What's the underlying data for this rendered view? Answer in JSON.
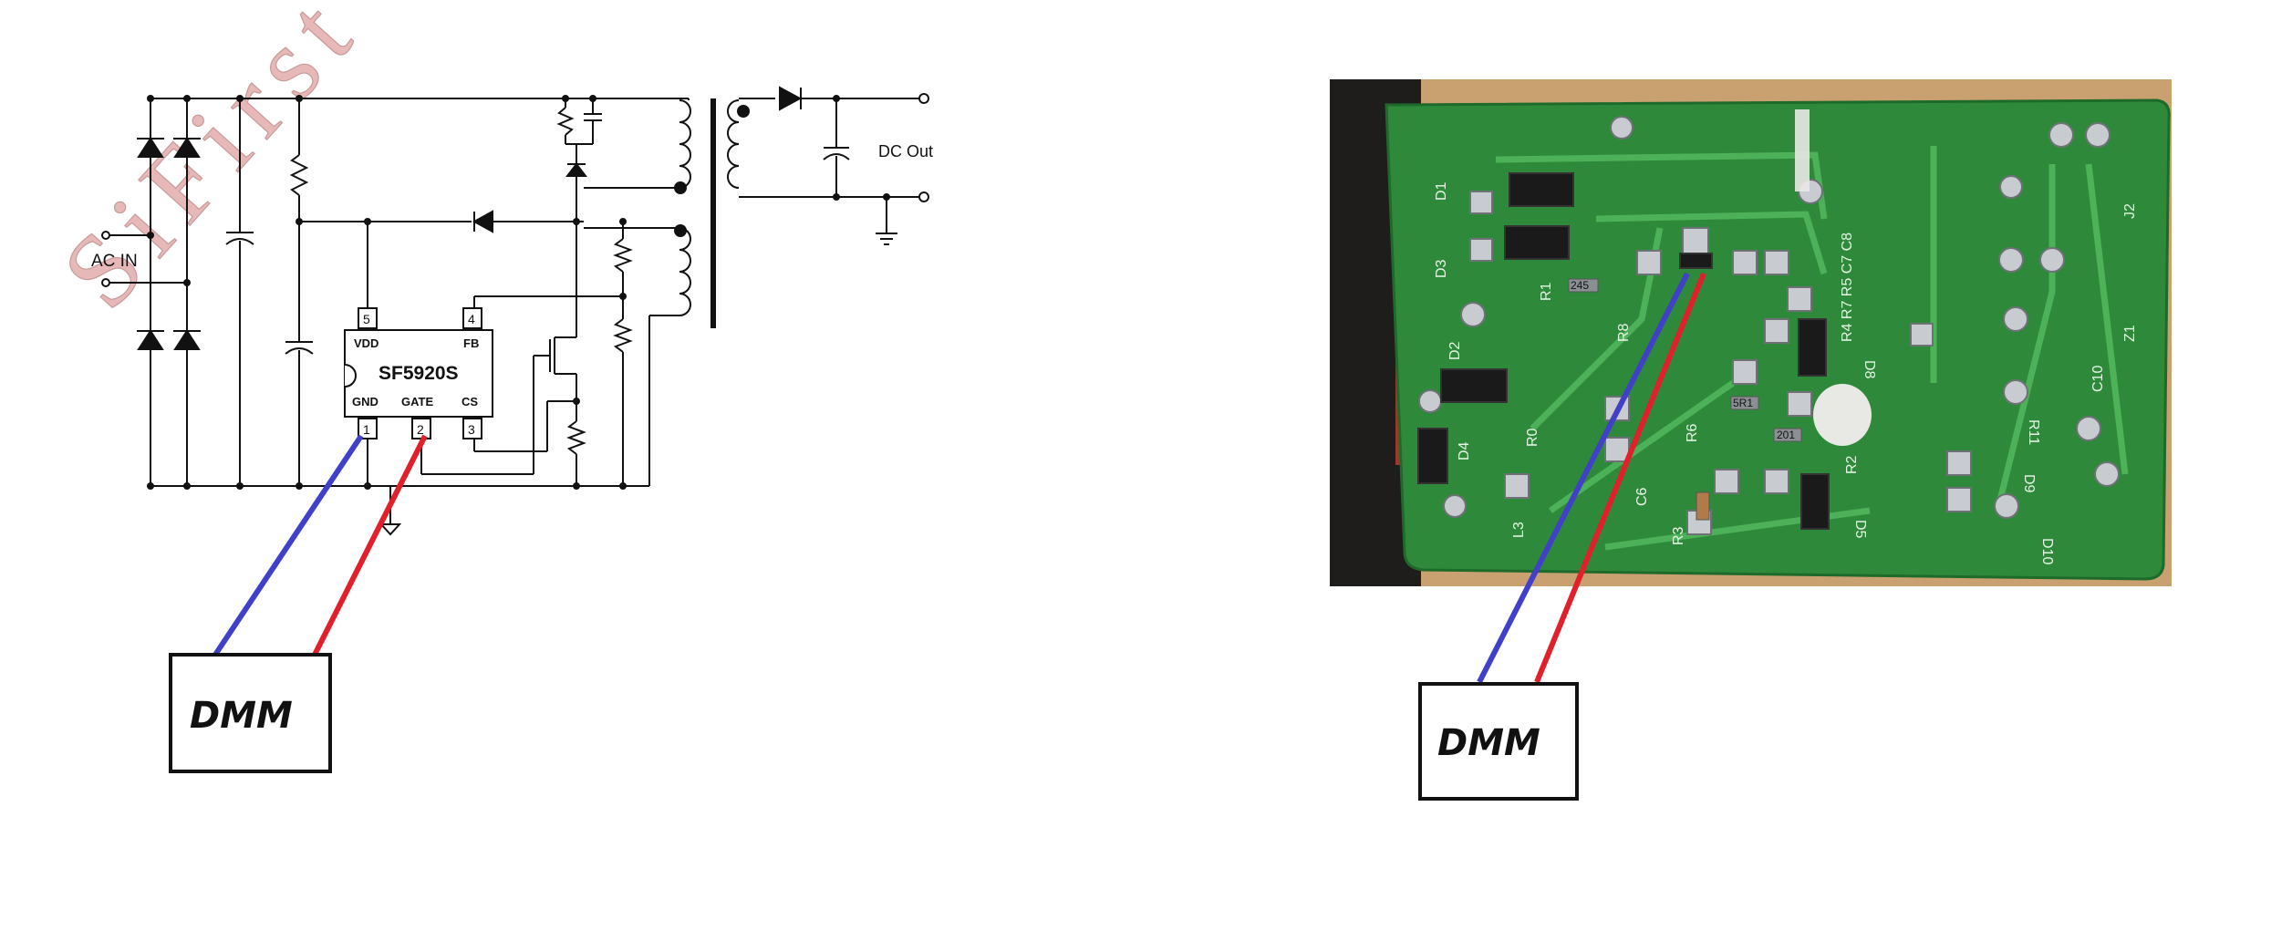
{
  "schematic": {
    "watermark": "SiFirst",
    "ac_in_label": "AC IN",
    "dc_out_label": "DC Out",
    "chip_name": "SF5920S",
    "pins": {
      "p1": {
        "num": "1",
        "name": "GND"
      },
      "p2": {
        "num": "2",
        "name": "GATE"
      },
      "p3": {
        "num": "3",
        "name": "CS"
      },
      "p4": {
        "num": "4",
        "name": "FB"
      },
      "p5": {
        "num": "5",
        "name": "VDD"
      }
    }
  },
  "pcb_photo": {
    "silkscreen": [
      "D1",
      "D3",
      "D2",
      "D4",
      "R1",
      "R8",
      "R0",
      "L3",
      "C6",
      "R6",
      "R3",
      "R2",
      "D5",
      "D8",
      "R4 R7 R5 C7 C8",
      "J2",
      "Z1",
      "C10",
      "R11",
      "D9",
      "D10",
      "245",
      "5R1",
      "201"
    ]
  },
  "meters": {
    "left_label": "DMM",
    "right_label": "DMM"
  },
  "colors": {
    "probe_black": "#4040c8",
    "probe_red": "#e0202a",
    "pcb_green": "#2e8a3a",
    "wood": "#c9a070"
  }
}
